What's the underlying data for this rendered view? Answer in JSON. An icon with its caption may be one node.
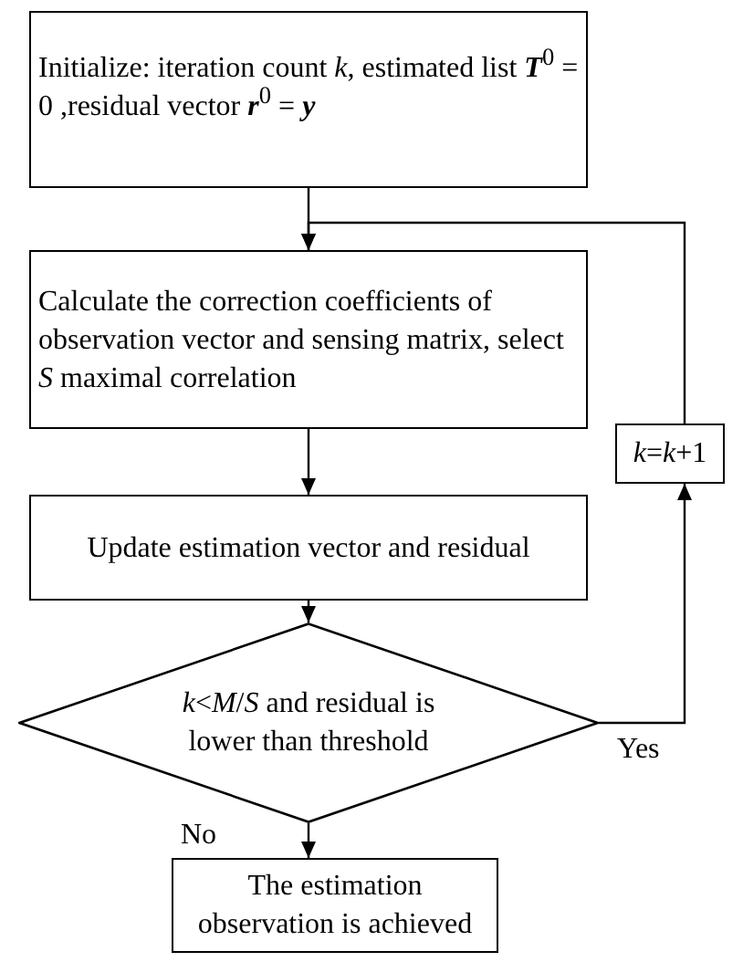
{
  "diagram": {
    "nodes": [
      {
        "text": [
          "Initialize: iteration count *k*, estimated list **T**$^{0}$ = 0 ,residual vector **r**$^{0}$ = **y**"
        ]
      },
      {
        "text": [
          "Calculate the correction coefficients of observation vector and sensing matrix, select *S* maximal correlation"
        ]
      },
      {
        "text": [
          "Update estimation vector and residual"
        ]
      },
      {
        "text": [
          "*k*<*M*/*S* and residual is lower than threshold"
        ]
      },
      {
        "text": [
          "*k*=*k*+1"
        ]
      },
      {
        "text": [
          "The estimation observation is achieved"
        ]
      }
    ],
    "edges": [
      {
        "from": 0,
        "to": 1,
        "arrow": "to"
      },
      {
        "from": 1,
        "to": 2,
        "arrow": "to"
      },
      {
        "from": 2,
        "to": 3,
        "arrow": "to"
      },
      {
        "from": 3,
        "to": 4,
        "arrow": "to",
        "label": "Yes"
      },
      {
        "from": 4,
        "to": 1,
        "arrow": "to"
      },
      {
        "from": 3,
        "to": 5,
        "arrow": "to",
        "label": "No"
      }
    ]
  }
}
